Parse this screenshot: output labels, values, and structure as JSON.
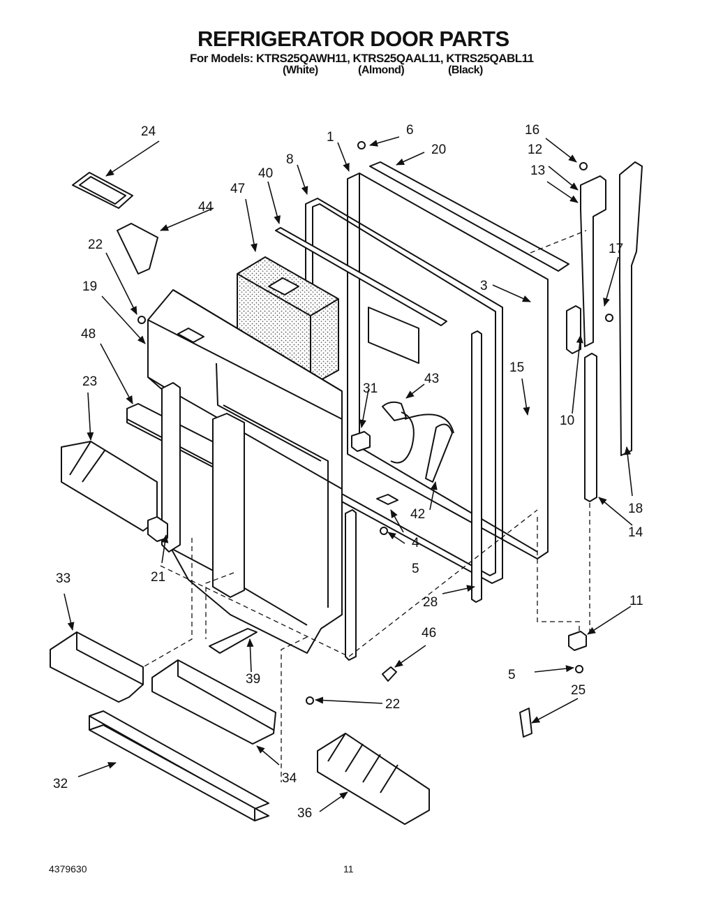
{
  "header": {
    "title": "REFRIGERATOR DOOR PARTS",
    "models": "For Models: KTRS25QAWH11, KTRS25QAAL11, KTRS25QABL11",
    "colors": [
      "(White)",
      "(Almond)",
      "(Black)"
    ]
  },
  "callouts": [
    "1",
    "3",
    "4",
    "5",
    "5",
    "6",
    "8",
    "10",
    "11",
    "12",
    "13",
    "14",
    "15",
    "16",
    "17",
    "18",
    "19",
    "20",
    "21",
    "22",
    "22",
    "23",
    "24",
    "25",
    "28",
    "31",
    "32",
    "33",
    "34",
    "36",
    "39",
    "40",
    "42",
    "43",
    "44",
    "46",
    "47",
    "48"
  ],
  "footer": {
    "doc_number": "4379630",
    "page_number": "11"
  }
}
